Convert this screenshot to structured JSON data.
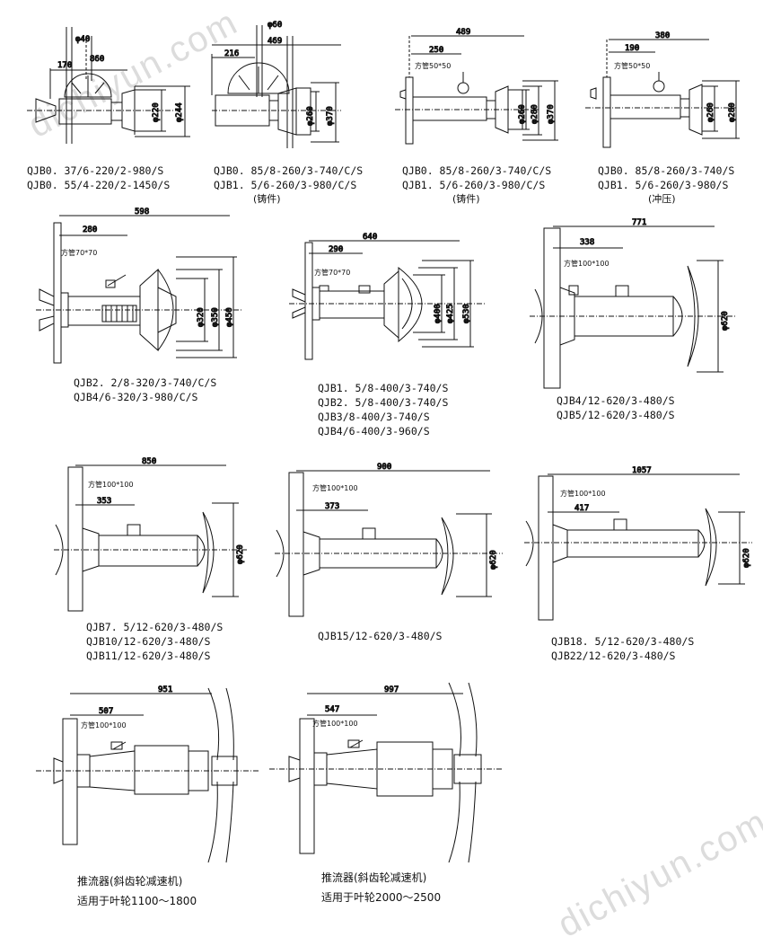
{
  "watermarks": [
    "dichiyun.com",
    "dichiyun.com"
  ],
  "panels": [
    {
      "id": "p1",
      "dims": {
        "d40": "φ40",
        "d860": "860",
        "d170": "170",
        "d220": "φ220",
        "d244": "φ244"
      },
      "labels": [
        "QJB0. 37/6-220/2-980/S",
        "QJB0. 55/4-220/2-1450/S"
      ]
    },
    {
      "id": "p2",
      "dims": {
        "d60": "φ60",
        "d469": "469",
        "d216": "216",
        "d260": "φ260",
        "d370": "φ370"
      },
      "labels": [
        "QJB0. 85/8-260/3-740/C/S",
        "QJB1. 5/6-260/3-980/C/S",
        "(铸件)"
      ]
    },
    {
      "id": "p3",
      "dims": {
        "d489": "489",
        "d250": "250",
        "tube": "方管50*50",
        "d260": "φ260",
        "d280": "φ280",
        "d370": "φ370"
      },
      "labels": [
        "QJB0. 85/8-260/3-740/C/S",
        "QJB1. 5/6-260/3-980/C/S",
        "(铸件)"
      ]
    },
    {
      "id": "p4",
      "dims": {
        "d380": "380",
        "d190": "190",
        "tube": "方管50*50",
        "d260": "φ260",
        "d280": "φ280"
      },
      "labels": [
        "QJB0. 85/8-260/3-740/S",
        "QJB1. 5/6-260/3-980/S",
        "(冲压)"
      ]
    },
    {
      "id": "p5",
      "dims": {
        "d598": "598",
        "d280": "280",
        "tube": "方管70*70",
        "d320": "φ320",
        "d350": "φ350",
        "d450": "φ450"
      },
      "labels": [
        "QJB2. 2/8-320/3-740/C/S",
        "QJB4/6-320/3-980/C/S"
      ]
    },
    {
      "id": "p6",
      "dims": {
        "d640": "640",
        "d290": "290",
        "tube": "方管70*70",
        "d400": "φ400",
        "d425": "φ425",
        "d530": "φ530"
      },
      "labels": [
        "QJB1. 5/8-400/3-740/S",
        "QJB2. 5/8-400/3-740/S",
        "QJB3/8-400/3-740/S",
        "QJB4/6-400/3-960/S"
      ]
    },
    {
      "id": "p7",
      "dims": {
        "d771": "771",
        "d338": "338",
        "tube": "方管100*100",
        "d620": "φ620"
      },
      "labels": [
        "QJB4/12-620/3-480/S",
        "QJB5/12-620/3-480/S"
      ]
    },
    {
      "id": "p8",
      "dims": {
        "d850": "850",
        "tube": "方管100*100",
        "d353": "353",
        "d620": "φ620"
      },
      "labels": [
        "QJB7. 5/12-620/3-480/S",
        "QJB10/12-620/3-480/S",
        "QJB11/12-620/3-480/S"
      ]
    },
    {
      "id": "p9",
      "dims": {
        "d900": "900",
        "tube": "方管100*100",
        "d373": "373",
        "d620": "φ620"
      },
      "labels": [
        "QJB15/12-620/3-480/S"
      ]
    },
    {
      "id": "p10",
      "dims": {
        "d1057": "1057",
        "tube": "方管100*100",
        "d417": "417",
        "d620": "φ620"
      },
      "labels": [
        "QJB18. 5/12-620/3-480/S",
        "QJB22/12-620/3-480/S"
      ]
    },
    {
      "id": "p11",
      "dims": {
        "d951": "951",
        "d507": "507",
        "tube": "方管100*100"
      },
      "labels": [
        "推流器(斜齿轮减速机)",
        "适用于叶轮1100～1800"
      ]
    },
    {
      "id": "p12",
      "dims": {
        "d997": "997",
        "d547": "547",
        "tube": "方管100*100"
      },
      "labels": [
        "推流器(斜齿轮减速机)",
        "适用于叶轮2000～2500"
      ]
    }
  ]
}
